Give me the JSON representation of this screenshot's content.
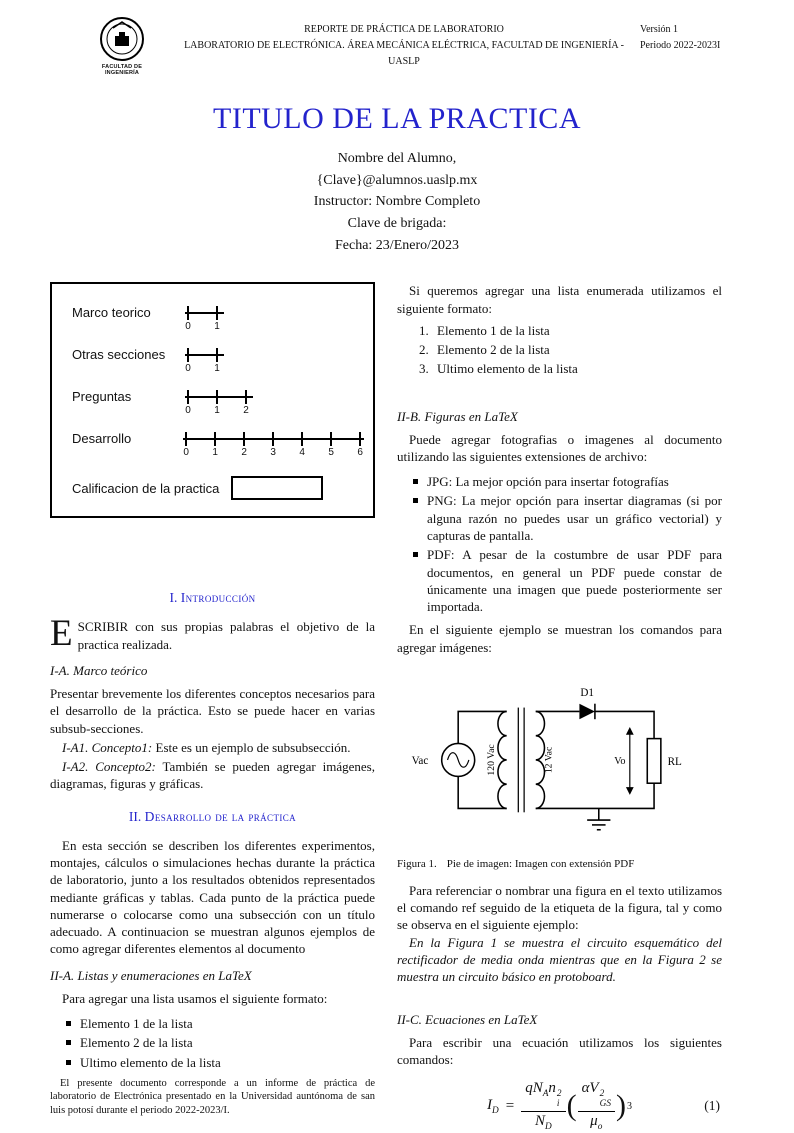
{
  "colors": {
    "accent_blue": "#2323CC"
  },
  "header": {
    "logo_caption": "FACULTAD DE INGENIERÍA",
    "center_line1": "REPORTE DE PRÁCTICA DE LABORATORIO",
    "center_line2": "LABORATORIO DE ELECTRÓNICA. ÁREA MECÁNICA ELÉCTRICA, FACULTAD DE INGENIERÍA - UASLP",
    "version": "Versión 1",
    "period": "Periodo 2022-2023I"
  },
  "title": "TITULO DE LA PRACTICA",
  "author": {
    "name": "Nombre del Alumno,",
    "email": "{Clave}@alumnos.uaslp.mx",
    "instructor": "Instructor: Nombre Completo",
    "brigade": "Clave de brigada:",
    "date": "Fecha: 23/Enero/2023"
  },
  "rubric": {
    "rows": [
      {
        "label": "Marco teorico",
        "ticks": [
          "0",
          "1"
        ]
      },
      {
        "label": "Otras secciones",
        "ticks": [
          "0",
          "1"
        ]
      },
      {
        "label": "Preguntas",
        "ticks": [
          "0",
          "1",
          "2"
        ]
      },
      {
        "label": "Desarrollo",
        "ticks": [
          "0",
          "1",
          "2",
          "3",
          "4",
          "5",
          "6"
        ]
      }
    ],
    "grade_label": "Calificacion de la practica"
  },
  "intro": {
    "number": "I.",
    "title": "Introducción",
    "dropcap": "E",
    "lead_caps": "SCRIBIR",
    "lead_rest": " con sus propias palabras el objetivo de la practica realizada.",
    "subsecA_label": "I-A.",
    "subsecA_title": "Marco teórico",
    "paraA": "Presentar brevemente los diferentes conceptos necesarios para el desarrollo de la práctica. Esto se puede hacer en varias subsub-secciones.",
    "subA1_label": "I-A1. Concepto1:",
    "subA1_text": " Este es un ejemplo de subsubsección.",
    "subA2_label": "I-A2. Concepto2:",
    "subA2_text": " También se pueden agregar imágenes, diagramas, figuras y gráficas."
  },
  "desarrollo": {
    "number": "II.",
    "title": "Desarrollo de la práctica",
    "para1": "En esta sección se describen los diferentes experimentos, montajes, cálculos o simulaciones hechas durante la práctica de laboratorio, junto a los resultados obtenidos representados mediante gráficas y tablas. Cada punto de la práctica puede numerarse o colocarse como una subsección con un título adecuado. A continuacion se muestran algunos ejemplos de como agregar diferentes elementos al documento",
    "subsecA_label": "II-A.",
    "subsecA_title": "Listas y enumeraciones en LaTeX",
    "lists_intro": "Para agregar una lista usamos el siguiente formato:",
    "bullet_items": [
      "Elemento 1 de la lista",
      "Elemento 2 de la lista",
      "Ultimo elemento de la lista"
    ]
  },
  "footnote": "El presente documento corresponde a un informe de práctica de laboratorio de Electrónica presentado en la Universidad auntónoma de san luis potosí durante el periodo 2022-2023/I.",
  "right": {
    "enum_intro": "Si queremos agregar una lista enumerada utilizamos el siguiente formato:",
    "enum_items": [
      {
        "num": "1.",
        "text": "Elemento 1 de la lista"
      },
      {
        "num": "2.",
        "text": "Elemento 2 de la lista"
      },
      {
        "num": "3.",
        "text": "Ultimo elemento de la lista"
      }
    ],
    "subsecB_label": "II-B.",
    "subsecB_title": "Figuras en LaTeX",
    "figuras_intro": "Puede agregar fotografias o imagenes al documento utilizando las siguientes extensiones de archivo:",
    "format_items": [
      "JPG: La mejor opción para insertar fotografías",
      "PNG: La mejor opción para insertar diagramas (si por alguna razón no puedes usar un gráfico vectorial) y capturas de pantalla.",
      "PDF: A pesar de la costumbre de usar PDF para documentos, en general un PDF puede constar de únicamente una imagen que puede posteriormente ser importada."
    ],
    "example_intro": "En el siguiente ejemplo se muestran los comandos para agregar imágenes:",
    "figure": {
      "caption_label": "Figura 1.",
      "caption_text": "Pie de imagen: Imagen con extensión PDF",
      "labels": {
        "vac": "Vac",
        "primary": "120 Vac",
        "secondary": "12 Vac",
        "diode": "D1",
        "vo": "Vo",
        "load": "RL"
      }
    },
    "ref_para": "Para referenciar o nombrar una figura en el texto utilizamos el comando ref seguido de la etiqueta de la figura, tal y como se observa en el siguiente ejemplo:",
    "ref_example": "En la Figura 1 se muestra el circuito esquemático del rectificador de media onda mientras que en la Figura 2 se muestra un circuito básico en protoboard.",
    "subsecC_label": "II-C.",
    "subsecC_title": "Ecuaciones en LaTeX",
    "eq_intro": "Para escribir una ecuación utilizamos los siguientes comandos:",
    "equation": {
      "lhs_base": "I",
      "lhs_sub": "D",
      "equals": "=",
      "f1_num_a": "qN",
      "f1_num_a_sub": "A",
      "f1_num_b": "n",
      "f1_num_b_sup": "2",
      "f1_num_b_sub": "i",
      "f1_den": "N",
      "f1_den_sub": "D",
      "lparen": "(",
      "rparen": ")",
      "f2_num": "αV",
      "f2_num_sup": "2",
      "f2_num_sub": "GS",
      "f2_den": "μ",
      "f2_den_sub": "o",
      "outer_exp": "3",
      "number": "(1)"
    }
  }
}
